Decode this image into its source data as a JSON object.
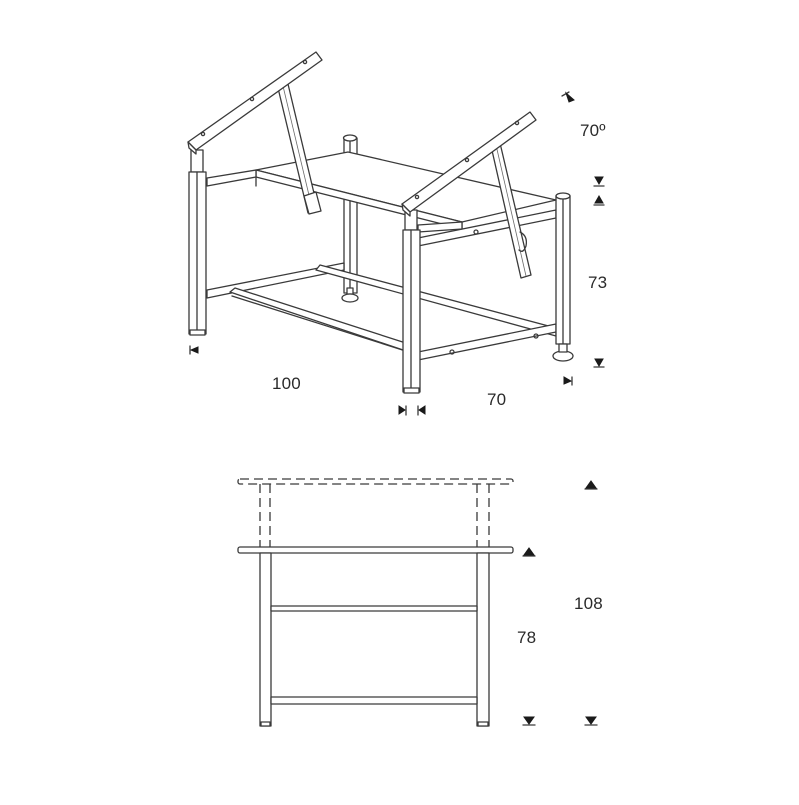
{
  "diagram": {
    "subject": "adjustable drafting table frame",
    "views": [
      {
        "name": "isometric-view",
        "parts": [
          "tilting-top-rails",
          "gas-struts",
          "shelf-panel",
          "four-legs",
          "lower-stretchers",
          "leveling-feet"
        ],
        "dimensions": {
          "tilt_angle": "70º",
          "height": "73",
          "width": "100",
          "depth": "70"
        }
      },
      {
        "name": "front-elevation",
        "parts": [
          "top-raised-dashed",
          "top-lowered",
          "legs",
          "mid-stretcher",
          "bottom-stretcher"
        ],
        "dimensions": {
          "height_lowered": "78",
          "height_raised": "108"
        }
      }
    ]
  }
}
